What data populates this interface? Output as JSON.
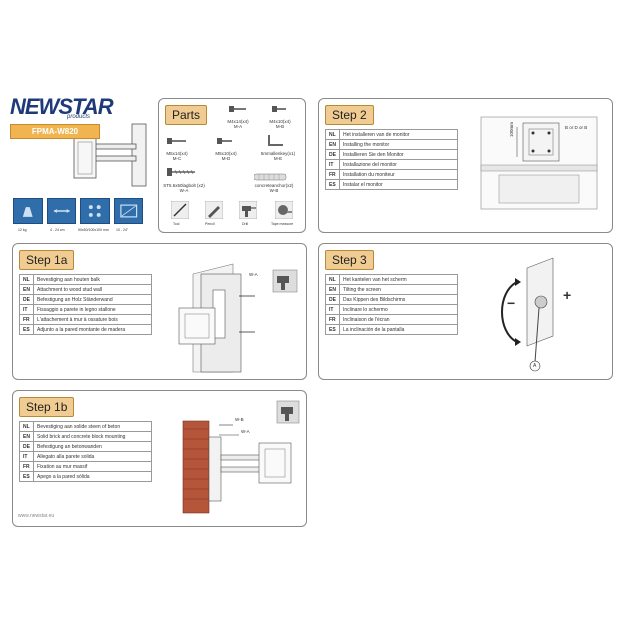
{
  "brand": {
    "logo": "NEWSTAR",
    "sub": "products",
    "model": "FPMA-W820"
  },
  "specs": [
    {
      "icon": "weight-icon",
      "label": "12 kg"
    },
    {
      "icon": "stud-depth-icon",
      "label": "4 - 24 cm"
    },
    {
      "icon": "vesa-icon",
      "label": "50x50/100x100 mm"
    },
    {
      "icon": "screen-size-icon",
      "label": "10 - 24\""
    }
  ],
  "parts": {
    "title": "Parts",
    "items": [
      {
        "name": "M4x14(x4)",
        "code": "M-A"
      },
      {
        "name": "M4x10(x4)",
        "code": "M-B"
      },
      {
        "name": "M5x14(x4)",
        "code": "M-C"
      },
      {
        "name": "M5x10(x4)",
        "code": "M-D"
      },
      {
        "name": "5mmallenkey(x1)",
        "code": "M-E"
      },
      {
        "name": "ST5.5x50lagbolt (x2)",
        "code": "W-A"
      },
      {
        "name": "concreteanchor(x2)",
        "code": "W-B"
      }
    ],
    "tools": [
      "Tool",
      "Pencil",
      "Drill",
      "Tape measure"
    ]
  },
  "step2": {
    "title": "Step 2",
    "rows": [
      {
        "code": "NL",
        "text": "Het installeren van de monitor"
      },
      {
        "code": "EN",
        "text": "Installing the monitor"
      },
      {
        "code": "DE",
        "text": "Installieren Sie den Monitor"
      },
      {
        "code": "IT",
        "text": "Installazione del monitor"
      },
      {
        "code": "FR",
        "text": "Installation du moniteur"
      },
      {
        "code": "ES",
        "text": "Instalar el monitor"
      }
    ],
    "labels": {
      "dim": "100mm",
      "codes": "B or D or B"
    }
  },
  "step1a": {
    "title": "Step 1a",
    "rows": [
      {
        "code": "NL",
        "text": "Bevestiging aan houten balk"
      },
      {
        "code": "EN",
        "text": "Attachment to wood stud wall"
      },
      {
        "code": "DE",
        "text": "Befestigung an Holz Ständerwand"
      },
      {
        "code": "IT",
        "text": "Fissaggio a parete in legno stallone"
      },
      {
        "code": "FR",
        "text": "L'attachement à mur à ossature bois"
      },
      {
        "code": "ES",
        "text": "Adjunto a la pared montante de madera"
      }
    ],
    "labels": {
      "bolt": "W-A"
    }
  },
  "step3": {
    "title": "Step 3",
    "rows": [
      {
        "code": "NL",
        "text": "Het kantelen van het scherm"
      },
      {
        "code": "EN",
        "text": "Tilting the screen"
      },
      {
        "code": "DE",
        "text": "Das Kippen des Bildschirms"
      },
      {
        "code": "IT",
        "text": "Inclinare lo schermo"
      },
      {
        "code": "FR",
        "text": "Inclinaison de l'écran"
      },
      {
        "code": "ES",
        "text": "La inclinación de la pantalla"
      }
    ],
    "labels": {
      "minus": "−",
      "plus": "+",
      "marker": "A"
    }
  },
  "step1b": {
    "title": "Step 1b",
    "rows": [
      {
        "code": "NL",
        "text": "Bevestiging aan solide steen of beton"
      },
      {
        "code": "EN",
        "text": "Solid brick and concrete block mounting"
      },
      {
        "code": "DE",
        "text": "Befestigung an betonwanden"
      },
      {
        "code": "IT",
        "text": "Allegato alla parete solida"
      },
      {
        "code": "FR",
        "text": "Fixation au mur massif"
      },
      {
        "code": "ES",
        "text": "Apego a la pared sólida"
      }
    ],
    "labels": {
      "anchor": "W-B",
      "bolt": "W-A"
    }
  },
  "footer": "www.newstar.eu"
}
